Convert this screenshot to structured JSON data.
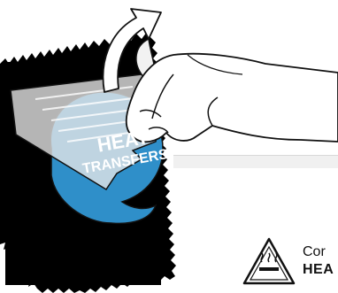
{
  "sticker": {
    "line1": "HEAT",
    "line2": "TRANSFERS"
  },
  "caption": {
    "line1": "Cor",
    "line2": "HEA"
  },
  "icons": {
    "warning": "hot-surface-warning-icon",
    "arrow": "curved-arrow-icon"
  },
  "colors": {
    "cloth": "#000000",
    "sticker": "#2f8fc9",
    "film": "#e8e8e8",
    "outline": "#111111"
  }
}
